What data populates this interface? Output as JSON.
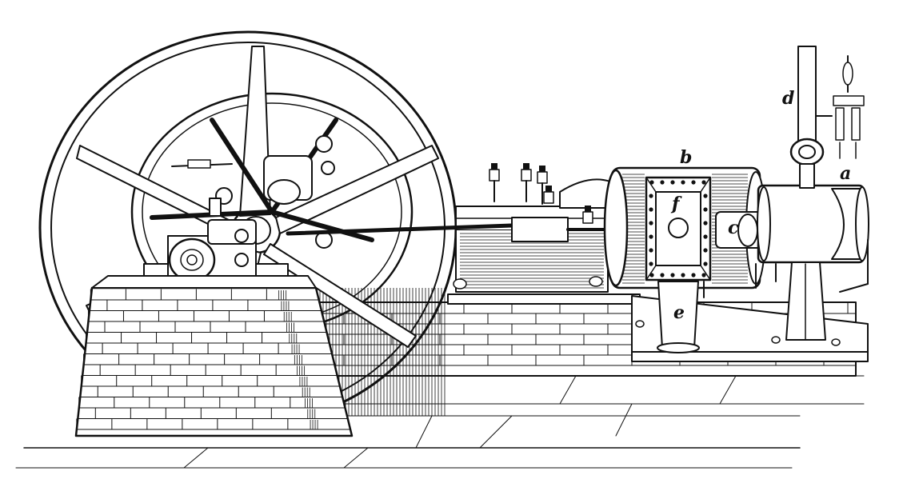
{
  "figure": {
    "labels": {
      "a": "a",
      "b": "b",
      "c": "c",
      "d": "d",
      "e": "e",
      "f": "f"
    }
  },
  "colors": {
    "ink": "#111111",
    "paper": "#ffffff"
  }
}
